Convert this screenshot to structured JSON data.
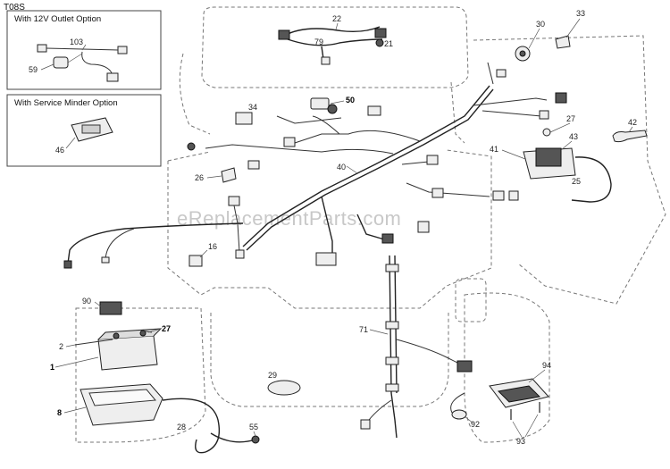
{
  "diagram": {
    "model_code": "T08S",
    "watermark": "eReplacementParts.com",
    "insets": [
      {
        "title": "With 12V Outlet Option",
        "labels": [
          "103",
          "59"
        ]
      },
      {
        "title": "With Service Minder Option",
        "labels": [
          "46"
        ]
      }
    ],
    "callouts": {
      "c22": "22",
      "c79": "79",
      "c21": "21",
      "c30": "30",
      "c33": "33",
      "c50": "50",
      "c34": "34",
      "c27a": "27",
      "c42": "42",
      "c41": "41",
      "c43": "43",
      "c26": "26",
      "c40": "40",
      "c25": "25",
      "c16": "16",
      "c90": "90",
      "c2": "2",
      "c27b": "27",
      "c1": "1",
      "c71": "71",
      "c29": "29",
      "c8": "8",
      "c94": "94",
      "c92": "92",
      "c28": "28",
      "c55": "55",
      "c93": "93"
    }
  }
}
